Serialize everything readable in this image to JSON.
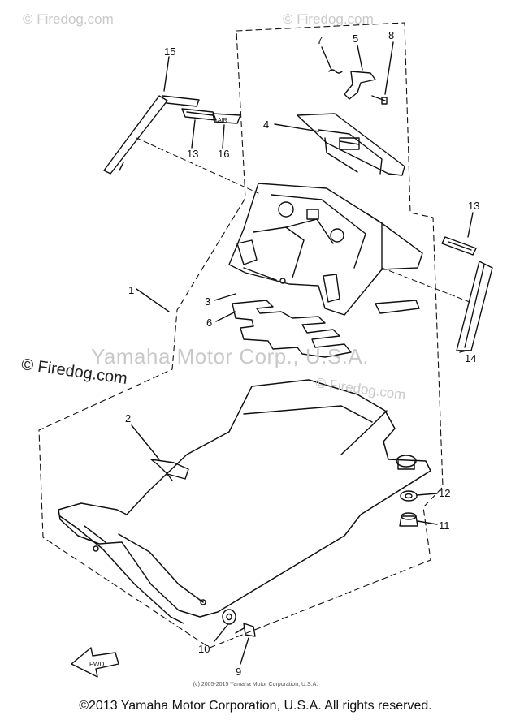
{
  "watermarks": {
    "top_left": "© Firedog.com",
    "top_right": "© Firedog.com",
    "center": "Yamaha Motor Corp., U.S.A.",
    "mid_left": "© Firedog.com",
    "mid_right": "© Firedog.com"
  },
  "callouts": {
    "c1": "1",
    "c2": "2",
    "c3": "3",
    "c4": "4",
    "c5": "5",
    "c6": "6",
    "c7": "7",
    "c8": "8",
    "c9": "9",
    "c10": "10",
    "c11": "11",
    "c12": "12",
    "c13a": "13",
    "c13b": "13",
    "c14": "14",
    "c15": "15",
    "c16": "16"
  },
  "footer": {
    "small": "(c) 2005-2015 Yamaha Motor Corporation, U.S.A.",
    "main": "©2013 Yamaha Motor Corporation, U.S.A. All rights reserved."
  },
  "colors": {
    "line": "#111111",
    "watermark": "#c9c9c9",
    "background": "#ffffff"
  }
}
